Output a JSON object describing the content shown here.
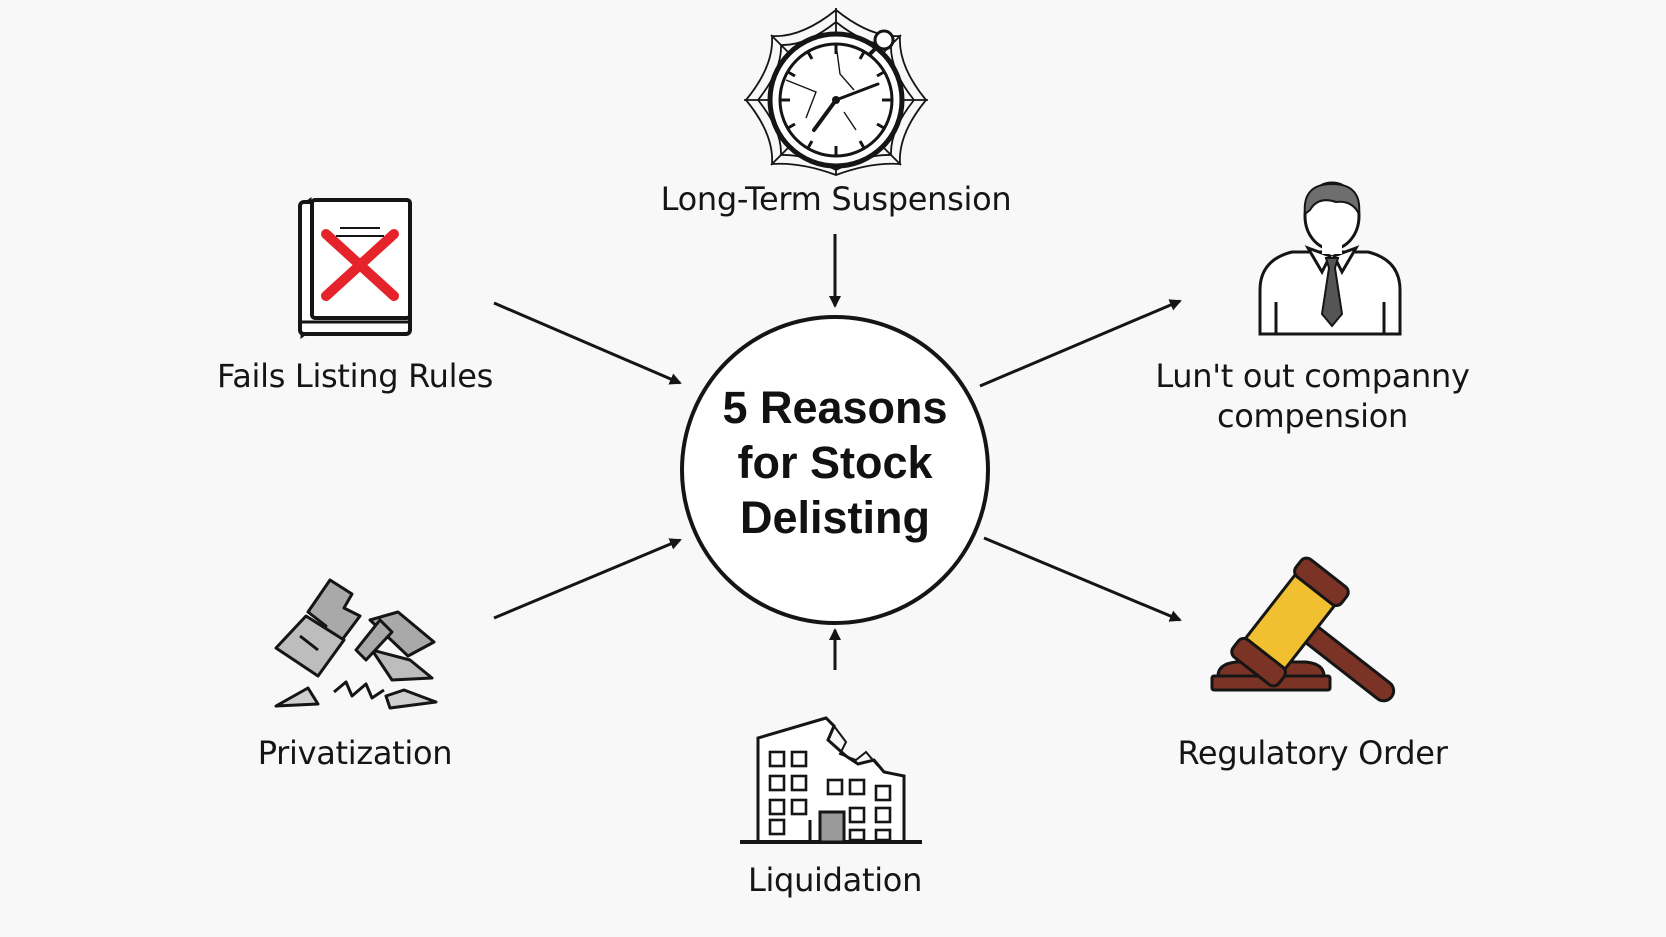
{
  "center": {
    "title_lines": [
      "5 Reasons",
      "for Stock",
      "Delisting"
    ]
  },
  "nodes": {
    "top": {
      "label": "Long-Term Suspension",
      "icon": "cobweb-stopwatch-icon"
    },
    "left_top": {
      "label": "Fails Listing Rules",
      "icon": "crossed-out-rulebook-icon"
    },
    "right_top": {
      "label_lines": [
        "Lun't out companny",
        "compension"
      ],
      "icon": "businessman-icon"
    },
    "left_bottom": {
      "label": "Privatization",
      "icon": "broken-blocks-icon"
    },
    "bottom": {
      "label": "Liquidation",
      "icon": "crumbling-building-icon"
    },
    "right_bottom": {
      "label": "Regulatory Order",
      "icon": "gavel-icon"
    }
  },
  "colors": {
    "stroke": "#151515",
    "cross_red": "#e5232a",
    "gavel_wood": "#7a3324",
    "gavel_band": "#f0c030",
    "person_gray": "#6e6e6e",
    "block_gray": "#a9a9a9"
  }
}
